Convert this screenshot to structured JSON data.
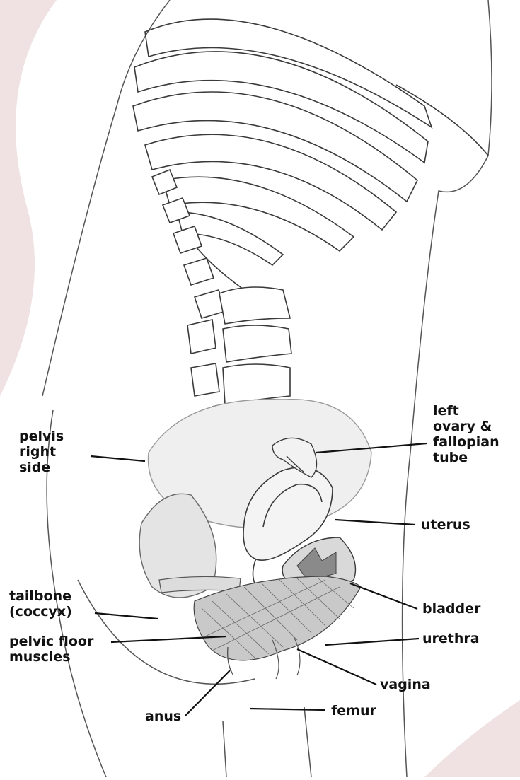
{
  "colors": {
    "background": "#ffffff",
    "blush_accent": "#f0e2e2",
    "outline": "#3a3a3a",
    "leader_line": "#111111"
  },
  "labels": {
    "pelvis_right_side": [
      "pelvis",
      "right",
      "side"
    ],
    "left_ovary": [
      "left",
      "ovary &",
      "fallopian",
      "tube"
    ],
    "uterus": "uterus",
    "tailbone": [
      "tailbone",
      "(coccyx)"
    ],
    "bladder": "bladder",
    "pelvic_floor": [
      "pelvic floor",
      "muscles"
    ],
    "urethra": "urethra",
    "vagina": "vagina",
    "anus": "anus",
    "femur": "femur"
  }
}
